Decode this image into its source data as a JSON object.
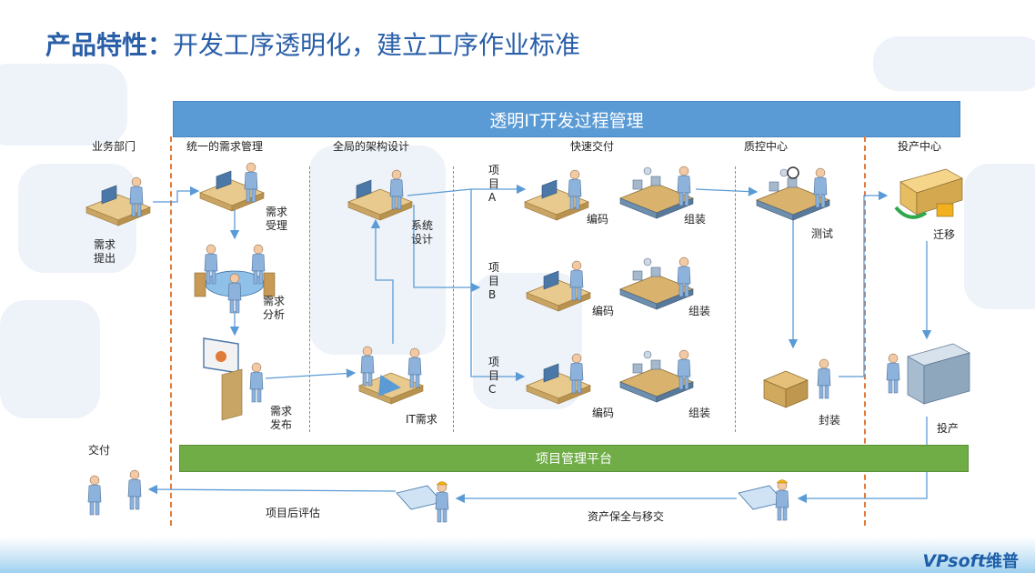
{
  "slide": {
    "title_bold": "产品特性：",
    "title_rest": "开发工序透明化，建立工序作业标准"
  },
  "banner": {
    "text": "透明IT开发过程管理"
  },
  "pm_platform": {
    "text": "项目管理平台"
  },
  "columns": [
    "业务部门",
    "统一的需求管理",
    "全局的架构设计",
    "快速交付",
    "质控中心",
    "投产中心"
  ],
  "steps": {
    "req_submit": "需求\n提出",
    "req_accept": "需求\n受理",
    "req_analysis": "需求\n分析",
    "req_publish": "需求\n发布",
    "sys_design": "系统\n设计",
    "it_req": "IT需求",
    "project_a": "项目A",
    "project_b": "项目B",
    "project_c": "项目C",
    "coding": "编码",
    "assembly": "组装",
    "testing": "测试",
    "packaging": "封装",
    "migration": "迁移",
    "production": "投产",
    "delivery": "交付",
    "post_eval": "项目后评估",
    "asset_transfer": "资产保全与移交"
  },
  "logo": {
    "latin": "VPsoft",
    "cn": "维普"
  },
  "colors": {
    "banner": "#5b9bd5",
    "platform": "#70ad47",
    "title": "#2a5fa8",
    "divider": "#e07b39",
    "arrow": "#5b9bd5"
  }
}
